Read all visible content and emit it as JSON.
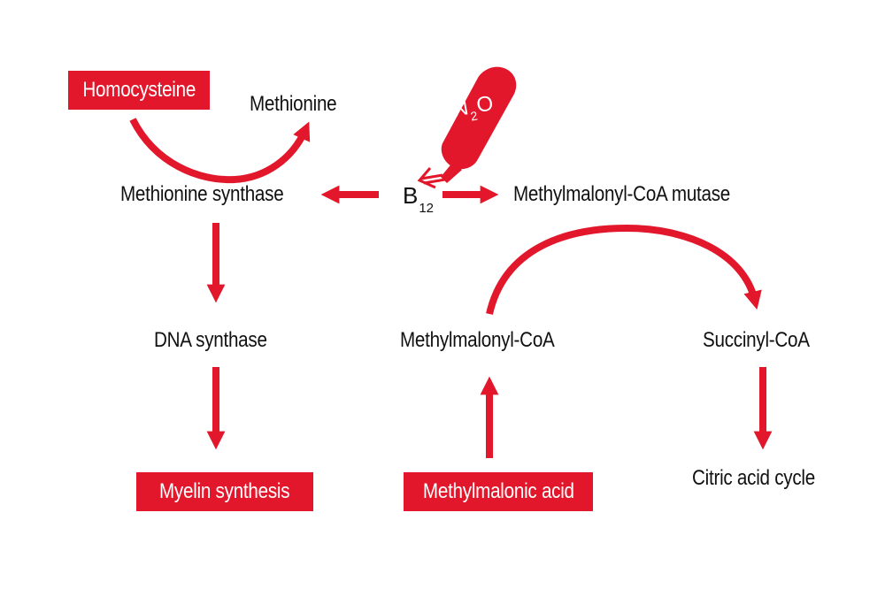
{
  "colors": {
    "accent": "#e3172b",
    "text": "#111111",
    "box_text": "#ffffff"
  },
  "nodes": {
    "homocysteine": "Homocysteine",
    "methionine": "Methionine",
    "methionine_synthase": "Methionine synthase",
    "b12_main": "B",
    "b12_sub": "12",
    "methylmalonyl_coa_mutase": "Methylmalonyl-CoA mutase",
    "dna_synthase": "DNA synthase",
    "methylmalonyl_coa": "Methylmalonyl-CoA",
    "succinyl_coa": "Succinyl-CoA",
    "myelin_synthesis": "Myelin synthesis",
    "methylmalonic_acid": "Methylmalonic acid",
    "citric_acid_cycle": "Citric acid cycle"
  },
  "n2o": {
    "n": "N",
    "sub": "2",
    "o": "O"
  }
}
